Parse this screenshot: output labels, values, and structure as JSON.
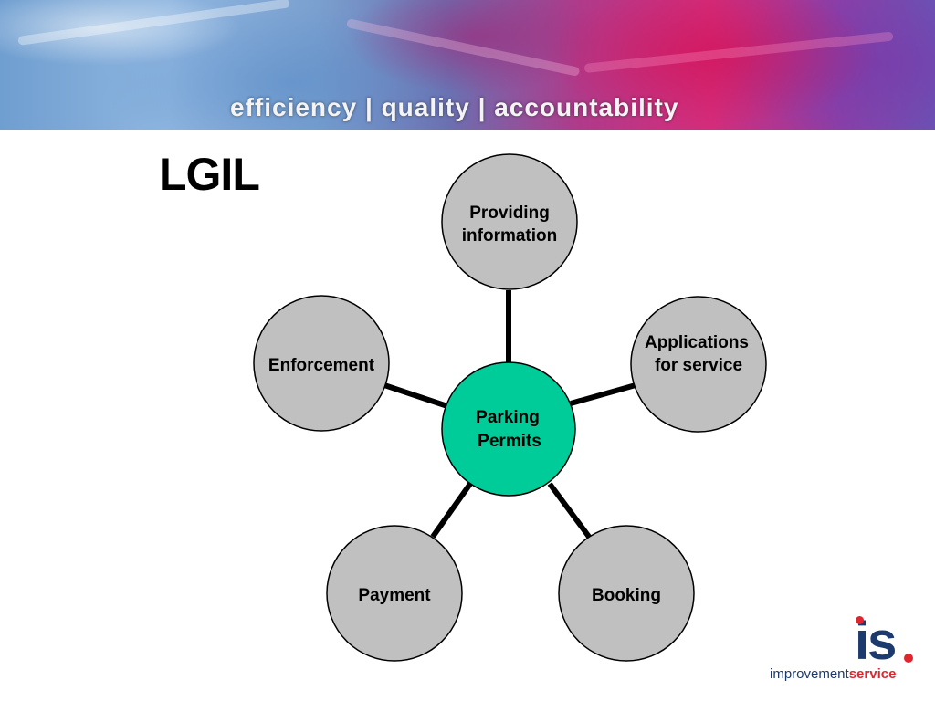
{
  "banner": {
    "tagline": "efficiency | quality | accountability"
  },
  "slide": {
    "title": "LGIL"
  },
  "diagram": {
    "hub": {
      "line1": "Parking",
      "line2": "Permits",
      "color": "#00cc99"
    },
    "spokes": [
      {
        "id": "providing-information",
        "line1": "Providing",
        "line2": "information"
      },
      {
        "id": "applications-for-service",
        "line1": "Applications",
        "line2": "for service"
      },
      {
        "id": "booking",
        "line1": "Booking",
        "line2": ""
      },
      {
        "id": "payment",
        "line1": "Payment",
        "line2": ""
      },
      {
        "id": "enforcement",
        "line1": "Enforcement",
        "line2": ""
      }
    ],
    "spoke_color": "#c0c0c0",
    "connector_color": "#000000"
  },
  "logo": {
    "mark": "is",
    "word1": "improvement",
    "word2": "service",
    "colors": {
      "navy": "#1c3a6e",
      "red": "#e0252f"
    }
  }
}
